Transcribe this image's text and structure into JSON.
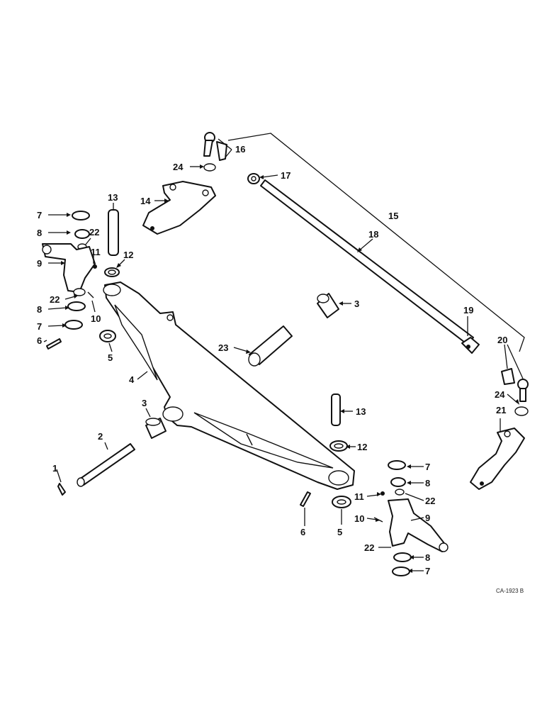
{
  "callouts": {
    "c1": "1",
    "c2": "2",
    "c3a": "3",
    "c3b": "3",
    "c4": "4",
    "c5a": "5",
    "c5b": "5",
    "c6a": "6",
    "c6b": "6",
    "c7a": "7",
    "c7b": "7",
    "c7c": "7",
    "c7d": "7",
    "c8a": "8",
    "c8b": "8",
    "c8c": "8",
    "c8d": "8",
    "c9a": "9",
    "c9b": "9",
    "c10a": "10",
    "c10b": "10",
    "c11a": "11",
    "c11b": "11",
    "c12a": "12",
    "c12b": "12",
    "c13a": "13",
    "c13b": "13",
    "c14": "14",
    "c15": "15",
    "c16": "16",
    "c17": "17",
    "c18": "18",
    "c19": "19",
    "c20": "20",
    "c21": "21",
    "c22a": "22",
    "c22b": "22",
    "c22c": "22",
    "c22d": "22",
    "c23": "23",
    "c24a": "24",
    "c24b": "24"
  },
  "figure_code": "CA-1923 B"
}
